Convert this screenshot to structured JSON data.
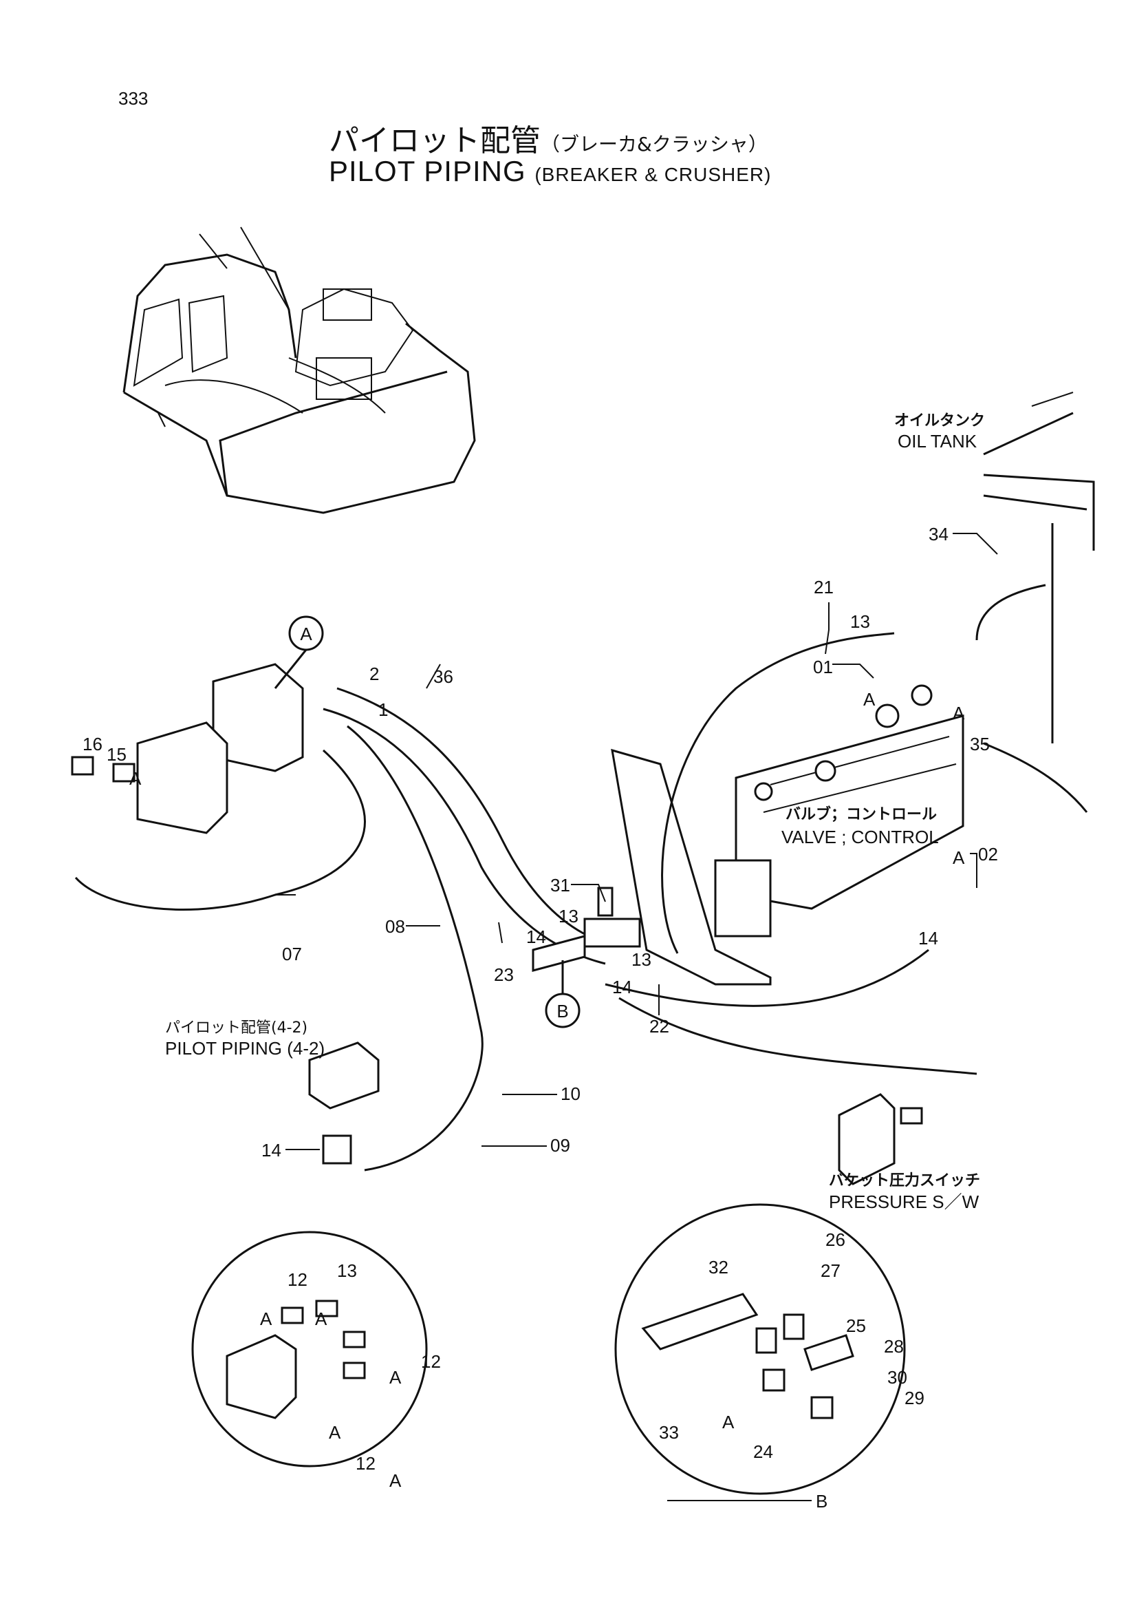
{
  "page_number": "333",
  "title": {
    "jp_main": "パイロット配管",
    "jp_sub": "（ブレーカ&クラッシャ）",
    "en_main": "PILOT PIPING",
    "en_sub": "(BREAKER & CRUSHER)"
  },
  "notes": {
    "oil_tank_jp": "オイルタンク",
    "oil_tank_en": "OIL TANK",
    "valve_jp": "バルブ；コントロール",
    "valve_en": "VALVE ; CONTROL",
    "pilot_ref_jp": "パイロット配管(4-2)",
    "pilot_ref_en": "PILOT PIPING (4-2)",
    "pressure_jp": "バケット圧力スイッチ",
    "pressure_en": "PRESSURE S／W"
  },
  "callouts": {
    "c01": "01",
    "c02": "02",
    "c07": "07",
    "c08": "08",
    "c09": "09",
    "c10": "10",
    "c12": "12",
    "c13": "13",
    "c14": "14",
    "c15": "15",
    "c16": "16",
    "c21": "21",
    "c22": "22",
    "c23": "23",
    "c24": "24",
    "c25": "25",
    "c26": "26",
    "c27": "27",
    "c28": "28",
    "c29": "29",
    "c30": "30",
    "c31": "31",
    "c32": "32",
    "c33": "33",
    "c34": "34",
    "c35": "35",
    "c36": "36",
    "n1": "1",
    "n2": "2",
    "A": "A",
    "B": "B"
  }
}
